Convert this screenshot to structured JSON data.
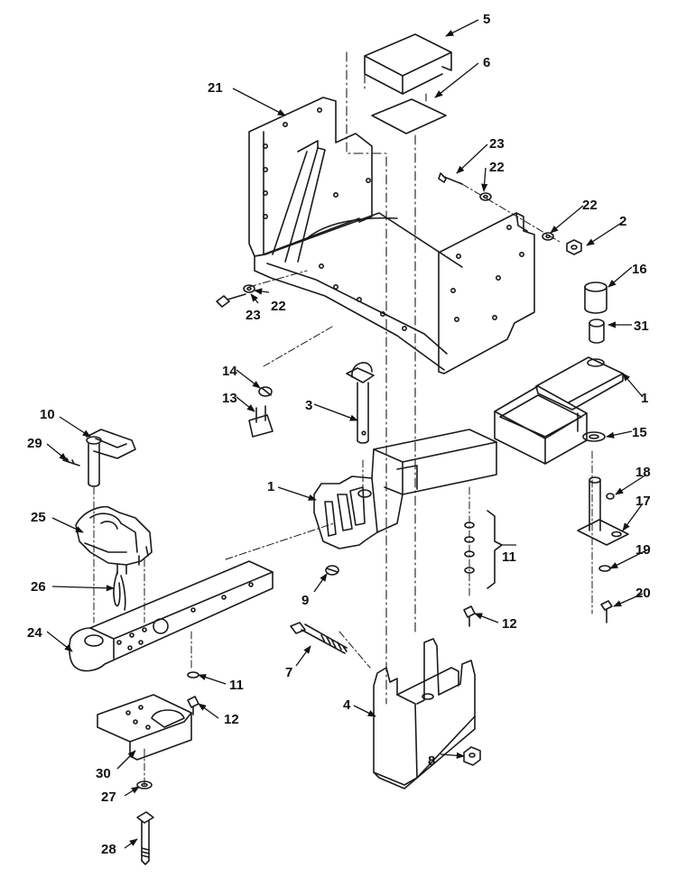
{
  "diagram": {
    "kind": "exploded parts diagram",
    "line_color": "#1a1a1a",
    "background": "#ffffff",
    "callouts": {
      "c1": "1",
      "c2": "2",
      "c3": "3",
      "c4": "4",
      "c5": "5",
      "c6": "6",
      "c7": "7",
      "c8": "8",
      "c9": "9",
      "c10": "10",
      "c11": "11",
      "c12": "12",
      "c13": "13",
      "c14": "14",
      "c15": "15",
      "c16": "16",
      "c17": "17",
      "c18": "18",
      "c19": "19",
      "c20": "20",
      "c21": "21",
      "c22": "22",
      "c23": "23",
      "c24": "24",
      "c25": "25",
      "c26": "26",
      "c27": "27",
      "c28": "28",
      "c29": "29",
      "c30": "30",
      "c31": "31"
    }
  }
}
